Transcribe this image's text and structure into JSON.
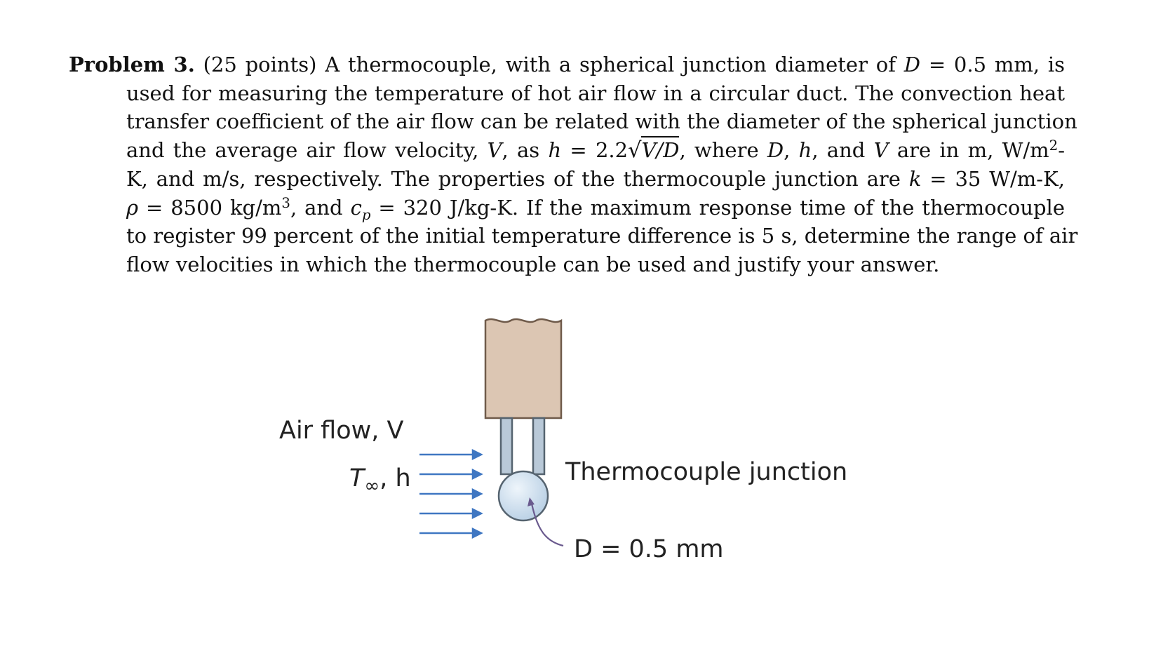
{
  "problem": {
    "lines": [
      [
        {
          "t": "Problem 3.",
          "s": "b"
        },
        {
          "t": " (25 points) A thermocouple, with a spherical junction diameter of "
        },
        {
          "t": "D",
          "s": "i"
        },
        {
          "t": " = 0.5 mm, is"
        }
      ],
      [
        {
          "t": "used for measuring the temperature of hot air flow in a circular duct. The convection heat"
        }
      ],
      [
        {
          "t": "transfer coefficient of the air flow can be related with the diameter of the spherical junction"
        }
      ],
      [
        {
          "t": "and the average air flow velocity, "
        },
        {
          "t": "V",
          "s": "i"
        },
        {
          "t": ", as "
        },
        {
          "t": "h",
          "s": "i"
        },
        {
          "t": " = 2.2"
        },
        {
          "t": "V/D",
          "s": "sqrt"
        },
        {
          "t": ", where "
        },
        {
          "t": "D",
          "s": "i"
        },
        {
          "t": ", "
        },
        {
          "t": "h",
          "s": "i"
        },
        {
          "t": ", and "
        },
        {
          "t": "V",
          "s": "i"
        },
        {
          "t": " are in m, W/m"
        },
        {
          "t": "2",
          "s": "sup"
        },
        {
          "t": "-"
        }
      ],
      [
        {
          "t": "K, and m/s, respectively. The properties of the thermocouple junction are "
        },
        {
          "t": "k",
          "s": "i"
        },
        {
          "t": " = 35 W/m-K,"
        }
      ],
      [
        {
          "t": "ρ",
          "s": "i"
        },
        {
          "t": " = 8500 kg/m"
        },
        {
          "t": "3",
          "s": "sup"
        },
        {
          "t": ", and "
        },
        {
          "t": "c",
          "s": "i"
        },
        {
          "t": "p",
          "s": "sub-i"
        },
        {
          "t": " = 320 J/kg-K. If the maximum response time of the thermocouple"
        }
      ],
      [
        {
          "t": "to register 99 percent of the initial temperature difference is 5 s, determine the range of air"
        }
      ],
      [
        {
          "t": "flow velocities in which the thermocouple can be used and justify your answer."
        }
      ]
    ]
  },
  "figure": {
    "air_flow_label": "Air flow, V",
    "t_inf_label": "T",
    "t_inf_sub": "∞",
    "t_inf_rest": ", h",
    "junction_label": "Thermocouple junction",
    "diameter_label": "D = 0.5 mm",
    "colors": {
      "sleeve": "#dcc6b3",
      "sleeve_stroke": "#6f5a4a",
      "wire": "#b9c9d8",
      "sphere": "#c9dced",
      "arrow": "#3f77c2",
      "pointer": "#6a5a8e"
    }
  }
}
